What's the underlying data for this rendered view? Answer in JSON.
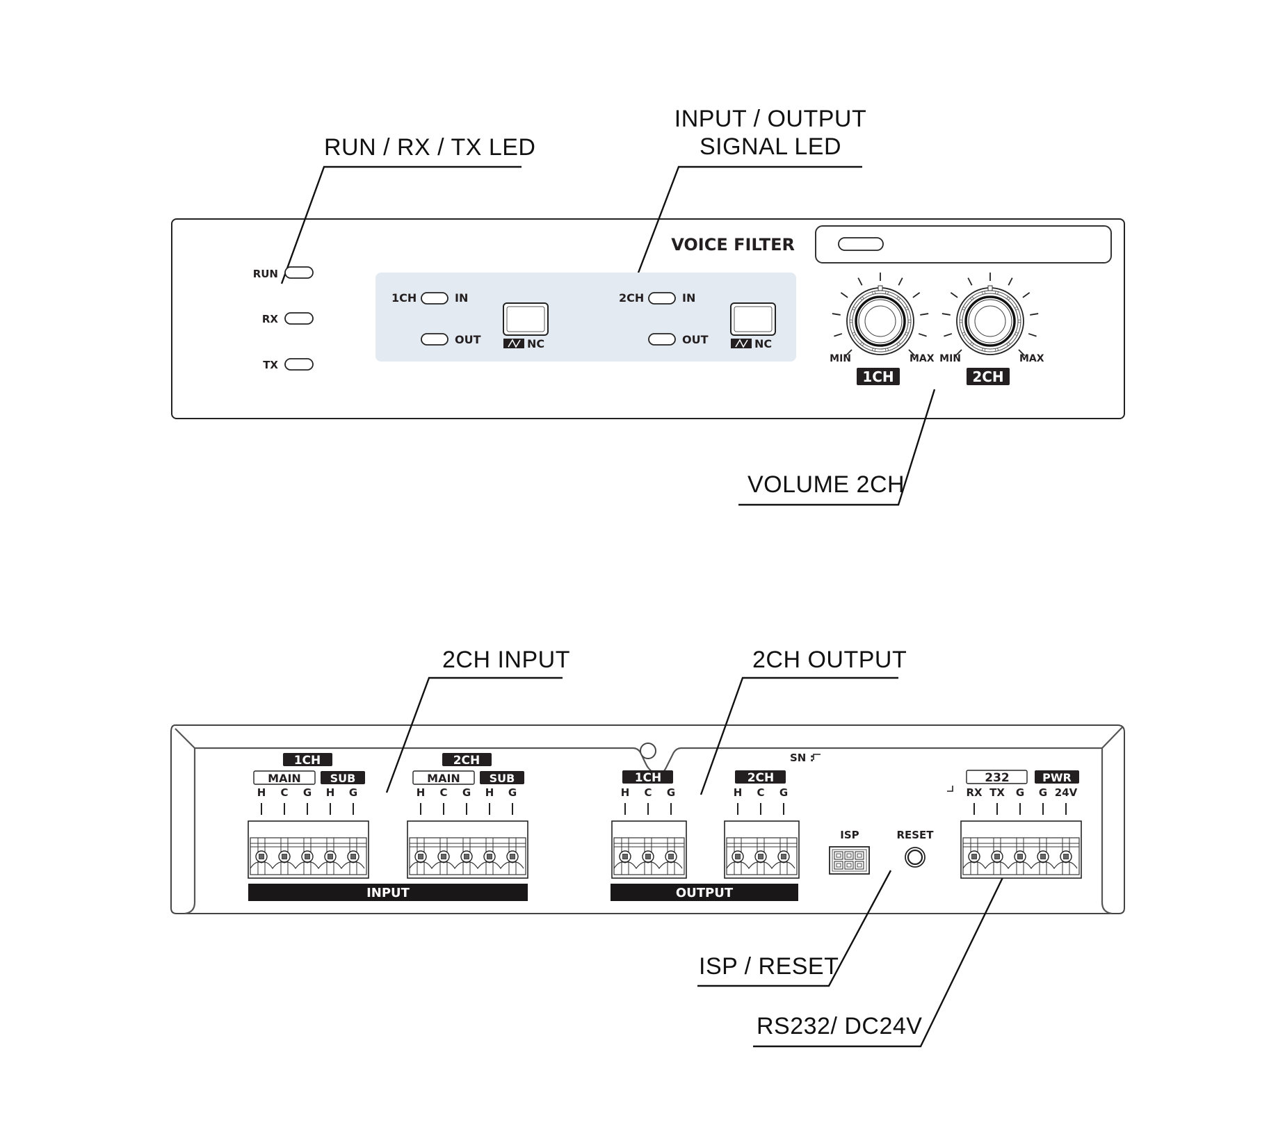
{
  "front_panel": {
    "callouts": {
      "status_led": "RUN / RX / TX LED",
      "signal_led_line1": "INPUT / OUTPUT",
      "signal_led_line2": "SIGNAL LED",
      "volume": "VOLUME 2CH"
    },
    "status_leds": [
      {
        "label": "RUN"
      },
      {
        "label": "RX"
      },
      {
        "label": "TX"
      }
    ],
    "channels": [
      {
        "label": "1CH",
        "in_label": "IN",
        "out_label": "OUT",
        "nc_label": "NC"
      },
      {
        "label": "2CH",
        "in_label": "IN",
        "out_label": "OUT",
        "nc_label": "NC"
      }
    ],
    "voice_filter_label": "VOICE FILTER",
    "knobs": [
      {
        "label": "1CH",
        "min_label": "MIN",
        "max_label": "MAX"
      },
      {
        "label": "2CH",
        "min_label": "MIN",
        "max_label": "MAX"
      }
    ],
    "panel_color": "#e4eaf1"
  },
  "rear_panel": {
    "callouts": {
      "input": "2CH INPUT",
      "output": "2CH OUTPUT",
      "isp_reset": "ISP / RESET",
      "rs232_dc": "RS232/ DC24V"
    },
    "sn_label": "SN :",
    "input_block": {
      "label": "INPUT",
      "channels": [
        {
          "label": "1CH",
          "main_label": "MAIN",
          "sub_label": "SUB",
          "pins": [
            "H",
            "C",
            "G",
            "H",
            "G"
          ]
        },
        {
          "label": "2CH",
          "main_label": "MAIN",
          "sub_label": "SUB",
          "pins": [
            "H",
            "C",
            "G",
            "H",
            "G"
          ]
        }
      ]
    },
    "output_block": {
      "label": "OUTPUT",
      "channels": [
        {
          "label": "1CH",
          "pins": [
            "H",
            "C",
            "G"
          ]
        },
        {
          "label": "2CH",
          "pins": [
            "H",
            "C",
            "G"
          ]
        }
      ]
    },
    "isp_label": "ISP",
    "reset_label": "RESET",
    "control_block": {
      "rs232_label": "232",
      "pwr_label": "PWR",
      "pins": [
        "RX",
        "TX",
        "G",
        "G",
        "24V"
      ]
    }
  }
}
